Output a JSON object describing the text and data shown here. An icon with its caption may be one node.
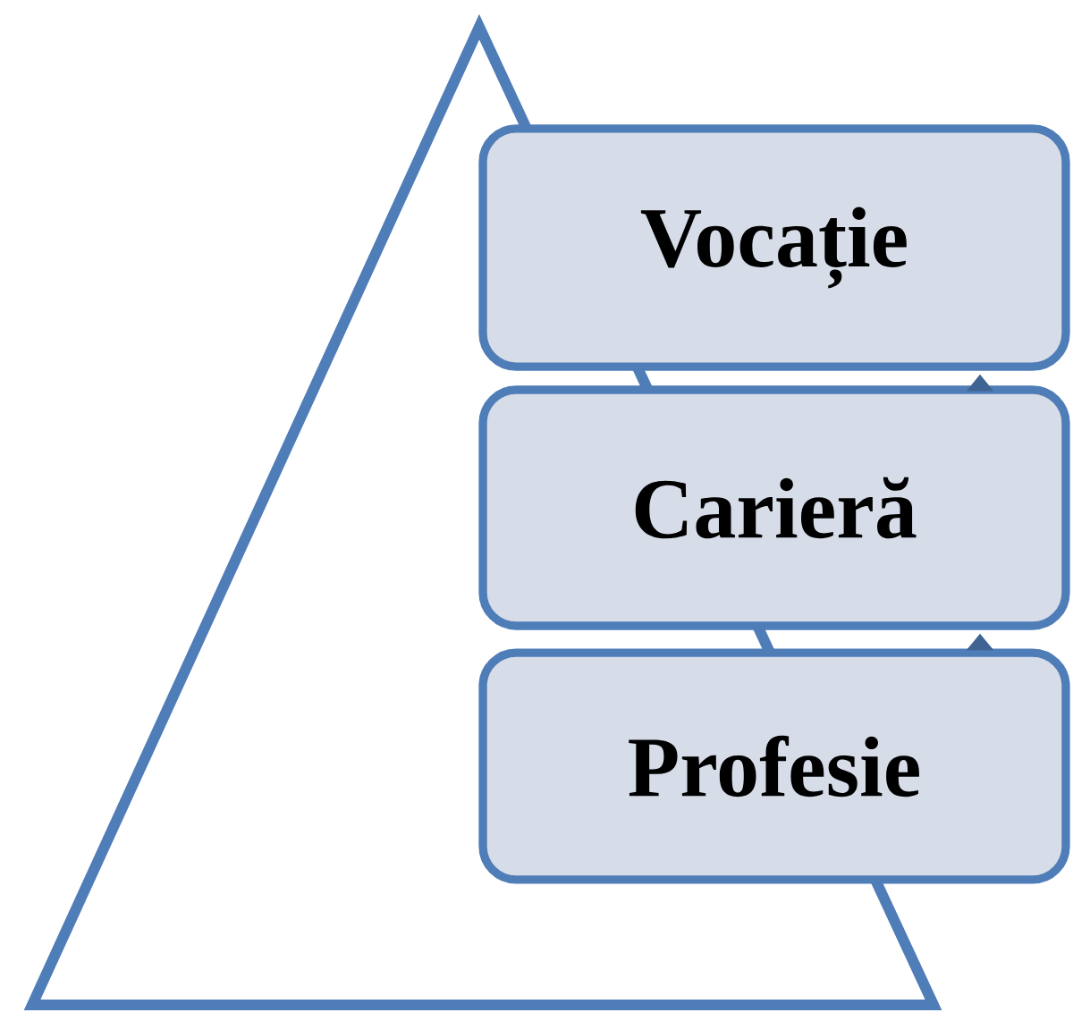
{
  "diagram": {
    "nodes": [
      {
        "text": [
          "Vocație"
        ]
      },
      {
        "text": [
          "Carieră"
        ]
      },
      {
        "text": [
          "Profesie"
        ]
      }
    ],
    "edges": [
      {
        "from": 2,
        "to": 1,
        "arrow": "to"
      },
      {
        "from": 1,
        "to": 0,
        "arrow": "to"
      }
    ]
  }
}
